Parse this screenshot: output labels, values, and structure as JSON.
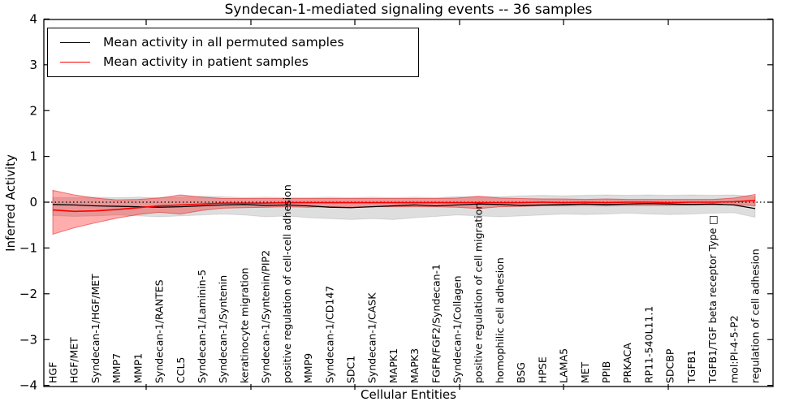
{
  "chart_data": {
    "type": "line",
    "title": "Syndecan-1-mediated signaling events -- 36 samples",
    "xlabel": "Cellular Entities",
    "ylabel": "Inferred Activity",
    "ylim": [
      -4,
      4
    ],
    "yticks": [
      4,
      3,
      2,
      1,
      0,
      -1,
      -2,
      -3,
      -4
    ],
    "grid": false,
    "zero_reference_line": "dotted",
    "legend_position": "upper left",
    "categories": [
      "HGF",
      "HGF/MET",
      "Syndecan-1/HGF/MET",
      "MMP7",
      "MMP1",
      "Syndecan-1/RANTES",
      "CCL5",
      "Syndecan-1/Laminin-5",
      "Syndecan-1/Syntenin",
      "keratinocyte migration",
      "Syndecan-1/Syntenin/PIP2",
      "positive regulation of cell-cell adhesion",
      "MMP9",
      "Syndecan-1/CD147",
      "SDC1",
      "Syndecan-1/CASK",
      "MAPK1",
      "MAPK3",
      "FGFR/FGF2/Syndecan-1",
      "Syndecan-1/Collagen",
      "positive regulation of cell migration",
      "homophilic cell adhesion",
      "BSG",
      "HPSE",
      "LAMA5",
      "MET",
      "PPIB",
      "PRKACA",
      "RP11-540L11.1",
      "SDCBP",
      "TGFB1",
      "TGFB1/TGF beta receptor Type □",
      "mol:PI-4-5-P2",
      "regulation of cell adhesion"
    ],
    "series": [
      {
        "name": "Mean activity in all permuted samples",
        "color": "#000000",
        "band_color": "rgba(0,0,0,0.13)",
        "band_edge_color": "rgba(0,0,0,0.10)",
        "values": [
          -0.05,
          -0.06,
          -0.08,
          -0.09,
          -0.1,
          -0.11,
          -0.1,
          -0.08,
          -0.06,
          -0.05,
          -0.07,
          -0.06,
          -0.08,
          -0.11,
          -0.12,
          -0.1,
          -0.08,
          -0.06,
          -0.08,
          -0.06,
          -0.04,
          -0.05,
          -0.07,
          -0.06,
          -0.05,
          -0.04,
          -0.05,
          -0.04,
          -0.03,
          -0.04,
          -0.05,
          -0.04,
          -0.06,
          -0.14
        ],
        "band_upper": [
          0.1,
          0.1,
          0.11,
          0.1,
          0.11,
          0.1,
          0.11,
          0.13,
          0.12,
          0.1,
          0.11,
          0.1,
          0.1,
          0.11,
          0.1,
          0.11,
          0.1,
          0.11,
          0.1,
          0.12,
          0.11,
          0.12,
          0.14,
          0.15,
          0.14,
          0.15,
          0.16,
          0.15,
          0.16,
          0.15,
          0.16,
          0.15,
          0.16,
          0.12
        ],
        "band_lower": [
          -0.29,
          -0.31,
          -0.3,
          -0.28,
          -0.3,
          -0.32,
          -0.3,
          -0.28,
          -0.26,
          -0.28,
          -0.32,
          -0.3,
          -0.34,
          -0.36,
          -0.38,
          -0.36,
          -0.38,
          -0.34,
          -0.31,
          -0.28,
          -0.3,
          -0.32,
          -0.3,
          -0.28,
          -0.26,
          -0.27,
          -0.26,
          -0.24,
          -0.26,
          -0.27,
          -0.26,
          -0.24,
          -0.23,
          -0.33
        ]
      },
      {
        "name": "Mean activity in patient samples",
        "color": "#ff0000",
        "band_color": "rgba(255,0,0,0.32)",
        "band_edge_color": "rgba(220,0,0,0.45)",
        "values": [
          -0.17,
          -0.2,
          -0.19,
          -0.16,
          -0.12,
          -0.08,
          -0.06,
          -0.04,
          -0.02,
          -0.02,
          -0.02,
          -0.01,
          -0.01,
          -0.01,
          -0.01,
          -0.01,
          -0.01,
          -0.01,
          -0.01,
          -0.01,
          -0.01,
          -0.01,
          -0.01,
          0.0,
          -0.01,
          0.0,
          -0.01,
          0.0,
          0.0,
          -0.01,
          0.0,
          0.0,
          0.01,
          0.04
        ],
        "band_upper": [
          0.26,
          0.16,
          0.09,
          0.05,
          0.06,
          0.09,
          0.16,
          0.11,
          0.08,
          0.08,
          0.08,
          0.08,
          0.08,
          0.08,
          0.08,
          0.08,
          0.08,
          0.08,
          0.08,
          0.09,
          0.13,
          0.09,
          0.08,
          0.07,
          0.07,
          0.06,
          0.07,
          0.06,
          0.06,
          0.06,
          0.06,
          0.06,
          0.09,
          0.17
        ],
        "band_lower": [
          -0.7,
          -0.56,
          -0.45,
          -0.35,
          -0.27,
          -0.22,
          -0.26,
          -0.18,
          -0.13,
          -0.12,
          -0.11,
          -0.1,
          -0.11,
          -0.1,
          -0.11,
          -0.1,
          -0.1,
          -0.1,
          -0.1,
          -0.11,
          -0.14,
          -0.1,
          -0.09,
          -0.08,
          -0.08,
          -0.07,
          -0.08,
          -0.07,
          -0.07,
          -0.07,
          -0.06,
          -0.06,
          -0.05,
          -0.08
        ]
      }
    ]
  }
}
